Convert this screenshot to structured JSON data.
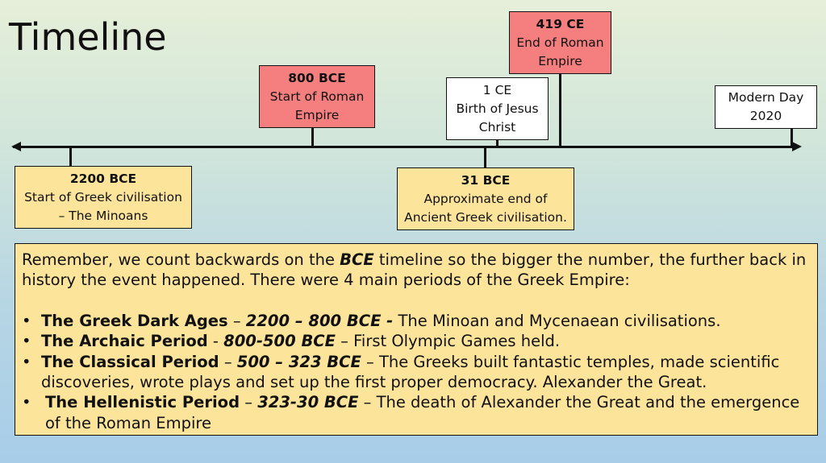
{
  "slide": {
    "title": "Timeline"
  },
  "events": {
    "e2200": {
      "year": "2200 BCE",
      "line1": "Start of Greek civilisation",
      "line2": "– The Minoans"
    },
    "e800": {
      "year": "800 BCE",
      "line1": "Start of Roman",
      "line2": "Empire"
    },
    "e31": {
      "year": "31 BCE",
      "line1": "Approximate end of",
      "line2": "Ancient Greek civilisation."
    },
    "e1": {
      "line1": "1 CE",
      "line2": "Birth of Jesus",
      "line3": "Christ"
    },
    "e419": {
      "year": "419 CE",
      "line1": "End of Roman",
      "line2": "Empire"
    },
    "modern": {
      "line1": "Modern Day",
      "line2": "2020"
    }
  },
  "note": {
    "intro_1": "Remember, we count backwards on the ",
    "intro_bce": "BCE",
    "intro_2": " timeline so the bigger the number, the further back in history the event happened. There were 4 main periods of the Greek Empire:",
    "bullet": "•",
    "periods": [
      {
        "name": "The Greek Dark Ages",
        "sep": " –  ",
        "dates": "2200 – 800 BCE -",
        "desc": " The Minoan and Mycenaean civilisations."
      },
      {
        "name": "The Archaic Period",
        "sep": " -  ",
        "dates": "800-500 BCE",
        "desc": " – First Olympic Games held."
      },
      {
        "name": "The Classical Period",
        "sep": " – ",
        "dates": "500 – 323 BCE",
        "desc": " – The Greeks built fantastic temples, made scientific discoveries, wrote plays and set up the first proper democracy.  Alexander the Great."
      },
      {
        "name": "The Hellenistic Period",
        "sep": " – ",
        "dates": "323-30 BCE",
        "desc": " – The death of Alexander the Great and the emergence of the Roman Empire"
      }
    ]
  },
  "colors": {
    "red_box": "#f57f7f",
    "yellow_box": "#fde49b",
    "white_box": "#ffffff"
  }
}
